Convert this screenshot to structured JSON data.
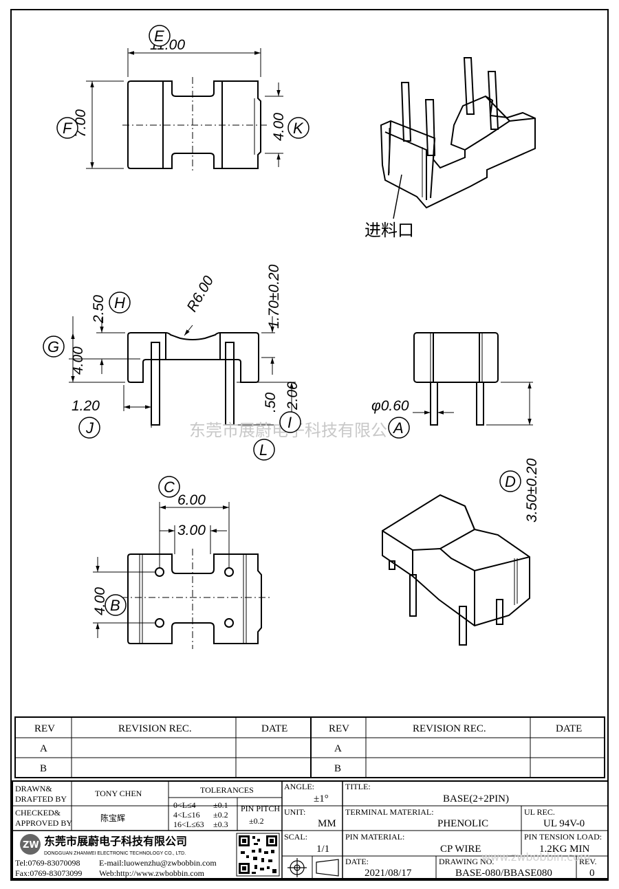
{
  "dims": {
    "E": "11.00",
    "F": "7.00",
    "K": "4.00",
    "H": "2.50",
    "G": "4.00",
    "R": "R6.00",
    "I": "1.70±0.20",
    "J": "1.20",
    "L": "2.00",
    "L2": ".50",
    "A": "φ0.60",
    "D": "3.50±0.20",
    "C": "6.00",
    "C2": "3.00",
    "B": "4.00"
  },
  "labels": {
    "E": "E",
    "F": "F",
    "K": "K",
    "H": "H",
    "G": "G",
    "J": "J",
    "I": "I",
    "L": "L",
    "A": "A",
    "D": "D",
    "C": "C",
    "B": "B"
  },
  "callout": "进料口",
  "watermark": "东莞市展蔚电子科技有限公司",
  "watermark_url": "www.zwbobbin.com",
  "revision_table": {
    "headers": [
      "REV",
      "REVISION REC.",
      "DATE",
      "REV",
      "REVISION REC.",
      "DATE"
    ],
    "rows": [
      [
        "A",
        "",
        "",
        "A",
        "",
        ""
      ],
      [
        "B",
        "",
        "",
        "B",
        "",
        ""
      ]
    ]
  },
  "title_block": {
    "drawn_label": [
      "DRAWN&",
      "DRAFTED BY"
    ],
    "drawn_value": "TONY CHEN",
    "checked_label": [
      "CHECKED&",
      "APPROVED BY"
    ],
    "checked_value": "陈宝辉",
    "tolerances_label": "TOLERANCES",
    "tol_rows": [
      [
        "0<L≤4",
        "±0.1"
      ],
      [
        "4<L≤16",
        "±0.2"
      ],
      [
        "16<L≤63",
        "±0.3"
      ]
    ],
    "pin_pitch_label": "PIN PITCH",
    "pin_pitch_value": "±0.2",
    "angle_label": "ANGLE:",
    "angle_value": "±1°",
    "unit_label": "UNIT:",
    "unit_value": "MM",
    "scale_label": "SCAL:",
    "scale_value": "1/1",
    "title_label": "TITLE:",
    "title_value": "BASE(2+2PIN)",
    "terminal_label": "TERMINAL MATERIAL:",
    "terminal_value": "PHENOLIC",
    "ul_label": "UL REC.",
    "ul_value": "UL 94V-0",
    "pin_mat_label": "PIN MATERIAL:",
    "pin_mat_value": "CP WIRE",
    "tension_label": "PIN TENSION LOAD:",
    "tension_value": "1.2KG MIN",
    "date_label": "DATE:",
    "date_value": "2021/08/17",
    "drawing_label": "DRAWING NO.",
    "drawing_value": "BASE-080/BBASE080",
    "rev_label": "REV.",
    "rev_value": "0",
    "company_cn": "东莞市展蔚电子科技有限公司",
    "company_en": "DONGGUAN ZHANWEI ELECTRONIC TECHNOLOGY CO., LTD.",
    "tel": "Tel:0769-83070098",
    "email": "E-mail:luowenzhu@zwbobbin.com",
    "fax": "Fax:0769-83073099",
    "web": "Web:http://www.zwbobbin.com",
    "logo_text": "ZW"
  }
}
